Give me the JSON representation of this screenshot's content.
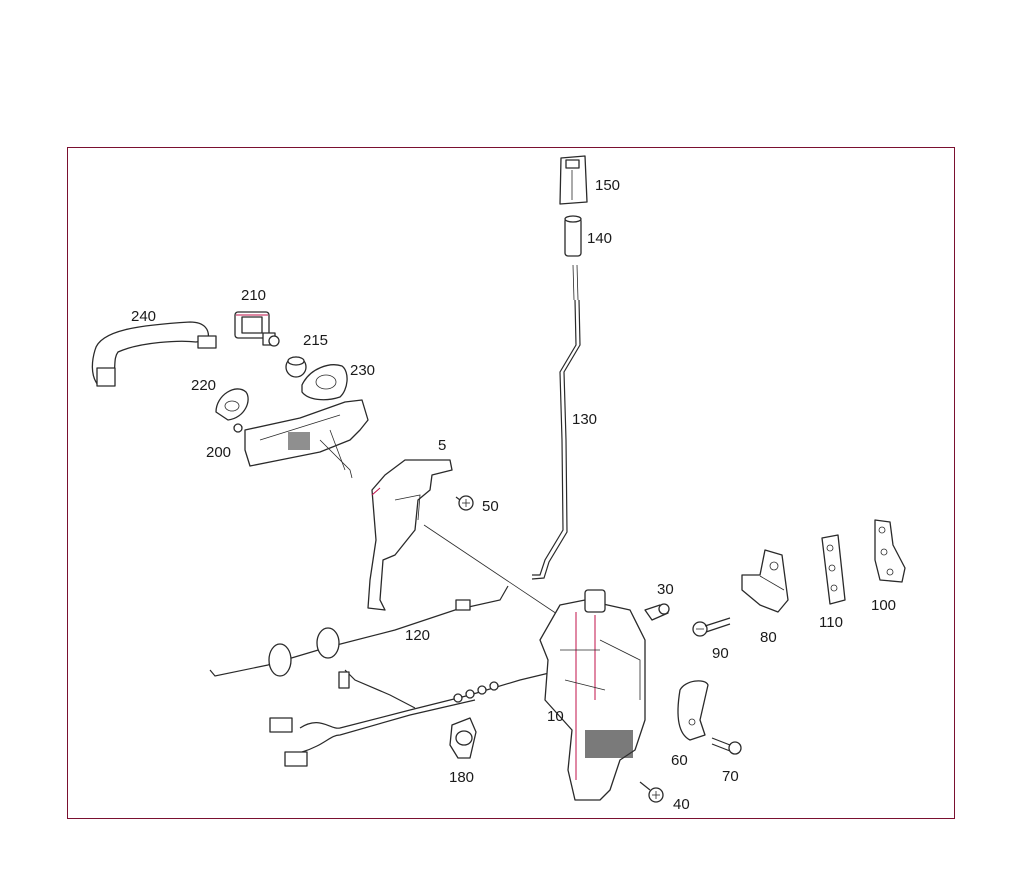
{
  "frame_color": "#7a1030",
  "labels": {
    "p150": "150",
    "p140": "140",
    "p130": "130",
    "p240": "240",
    "p210": "210",
    "p215": "215",
    "p230": "230",
    "p220": "220",
    "p200": "200",
    "p5": "5",
    "p50": "50",
    "p30": "30",
    "p120": "120",
    "p90": "90",
    "p80": "80",
    "p110": "110",
    "p100": "100",
    "p10": "10",
    "p60": "60",
    "p70": "70",
    "p180": "180",
    "p40": "40"
  }
}
